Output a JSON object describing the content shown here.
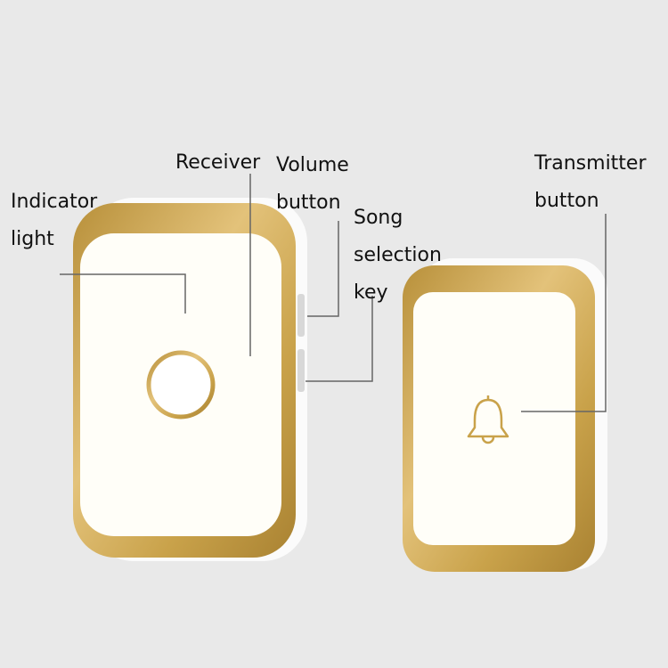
{
  "labels": {
    "indicator_line1": "Indicator",
    "indicator_line2": "light",
    "receiver": "Receiver",
    "volume_line1": "Volume",
    "volume_line2": "button",
    "song_line1": "Song",
    "song_line2": "selection",
    "song_line3": "key",
    "transmitter_line1": "Transmitter",
    "transmitter_line2": "button"
  },
  "colors": {
    "background": "#e9e9e9",
    "gold_trim": "#c9a24a",
    "panel": "#fffef8"
  },
  "icons": {
    "transmitter_button": "bell-icon",
    "receiver_light": "ring-indicator"
  }
}
